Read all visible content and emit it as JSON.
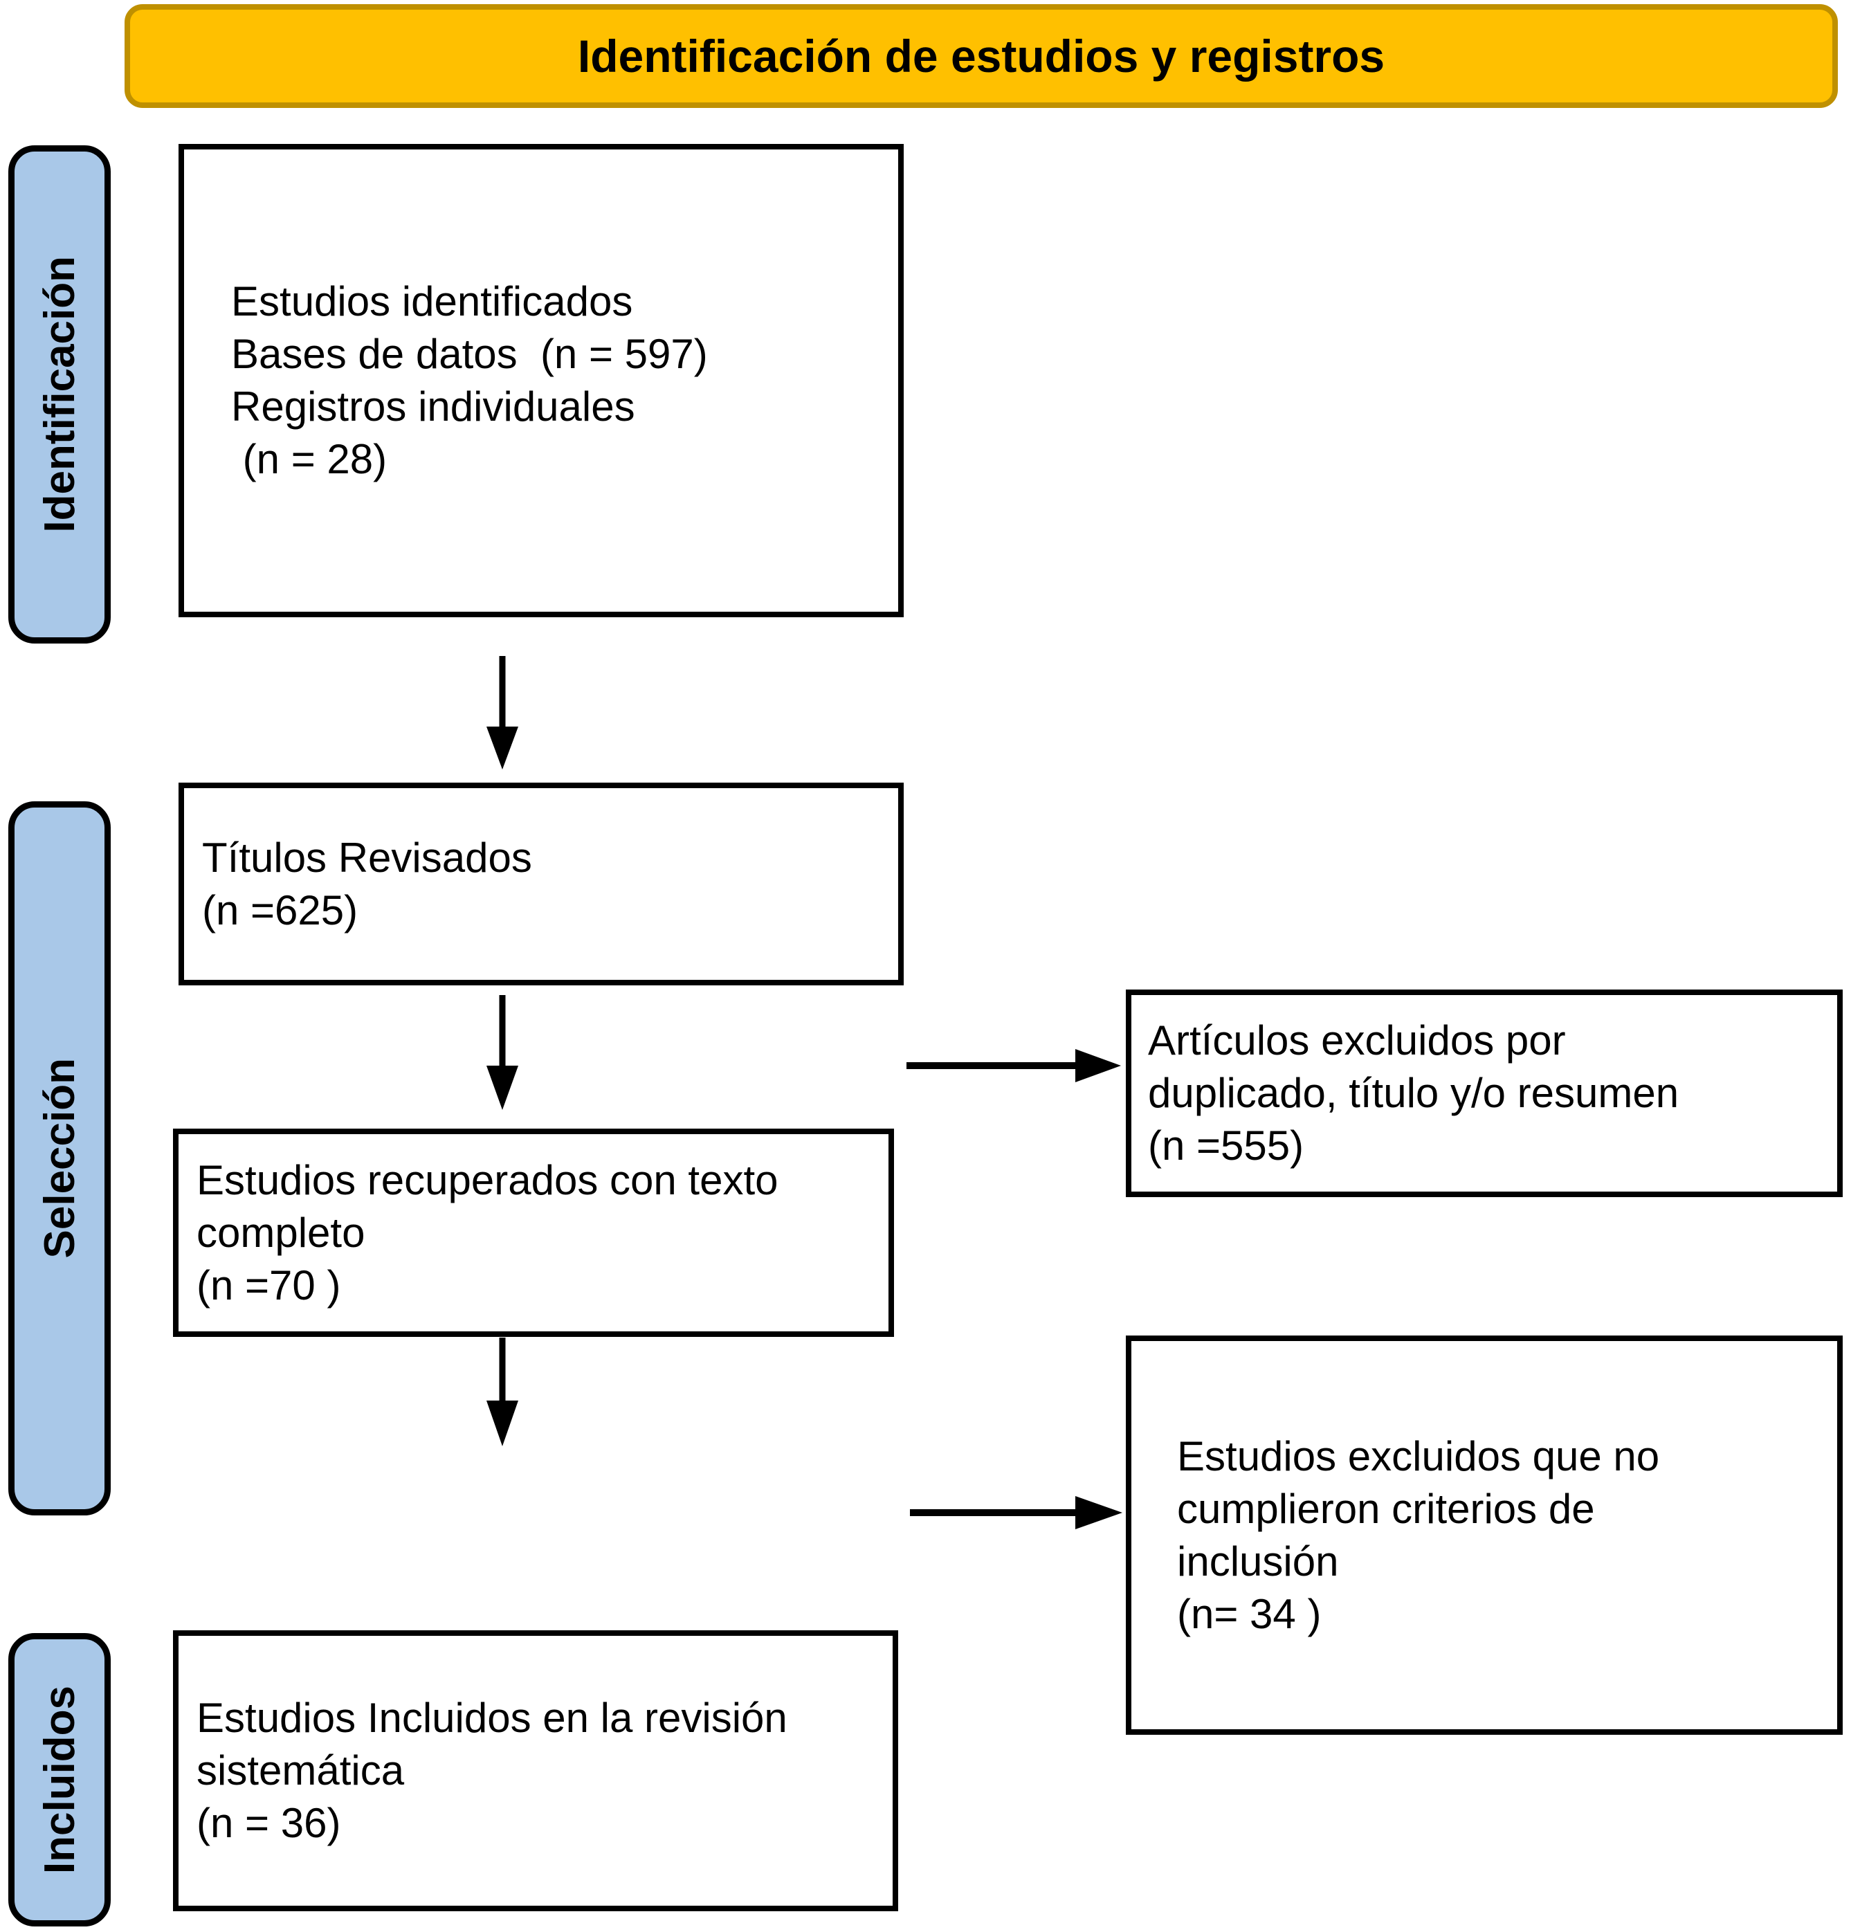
{
  "banner": {
    "title": "Identificación de estudios y registros",
    "fill_color": "#FFC000",
    "border_color": "#BF9000"
  },
  "stages": [
    {
      "label": "Identificación"
    },
    {
      "label": "Selección"
    },
    {
      "label": "Incluidos"
    }
  ],
  "stage_style": {
    "fill_color": "#A9C8E8",
    "border_color": "#000000"
  },
  "boxes": {
    "identified": {
      "lines": [
        "Estudios identificados",
        "Bases de datos  (n = 597)",
        "Registros individuales",
        " (n = 28)"
      ]
    },
    "titles_reviewed": {
      "lines": [
        "Títulos Revisados",
        "(n =625)"
      ]
    },
    "full_text_retrieved": {
      "lines": [
        "Estudios recuperados con texto",
        "completo",
        "(n =70 )"
      ]
    },
    "included_review": {
      "lines": [
        "Estudios Incluidos en la revisión",
        "sistemática",
        "(n = 36)"
      ]
    },
    "excluded_duplicates": {
      "lines": [
        "Artículos excluidos por",
        "duplicado, título y/o resumen",
        "(n =555)"
      ]
    },
    "excluded_criteria": {
      "lines": [
        "Estudios excluidos que no",
        "cumplieron criterios de",
        "inclusión",
        "(n= 34 )"
      ]
    }
  }
}
